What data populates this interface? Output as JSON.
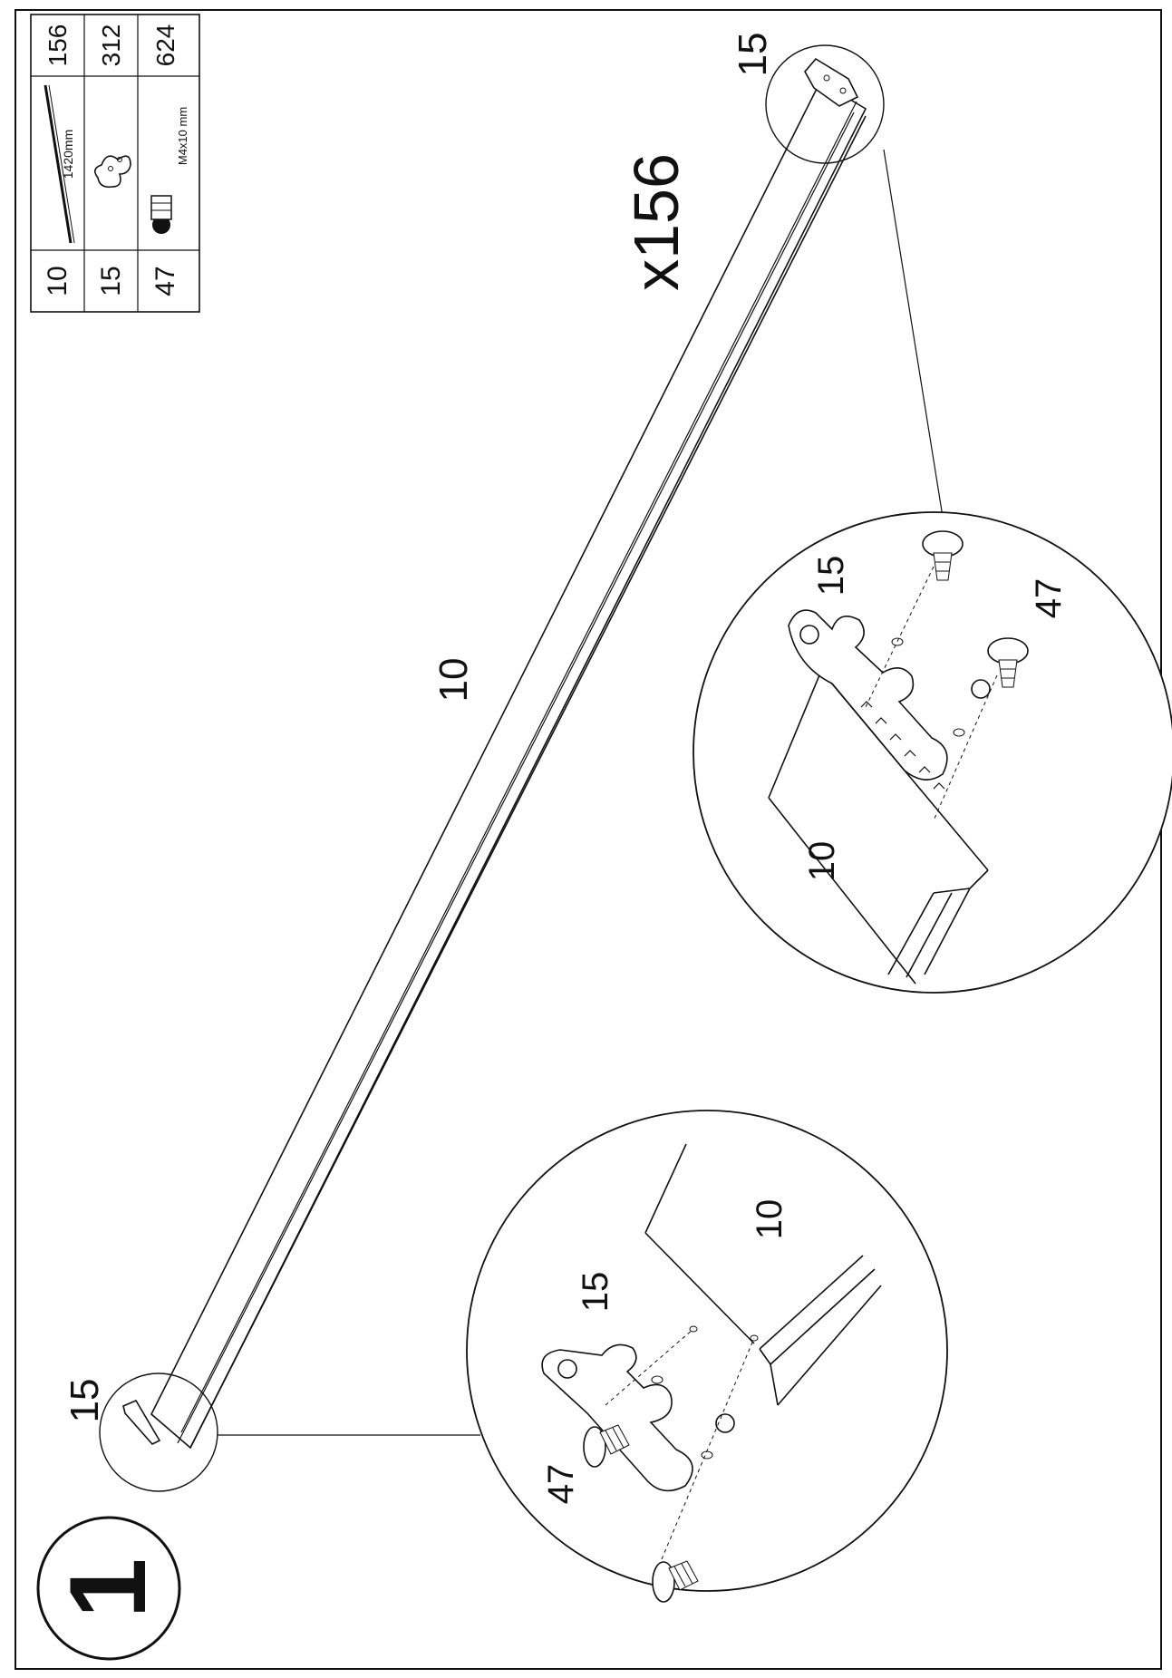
{
  "step": {
    "number": "1",
    "multiplier": "x156"
  },
  "parts_table": [
    {
      "id": "10",
      "size": "1420mm",
      "qty": "156",
      "icon": "rail-icon"
    },
    {
      "id": "15",
      "size": "",
      "qty": "312",
      "icon": "bracket-icon"
    },
    {
      "id": "47",
      "size": "M4x10 mm",
      "qty": "624",
      "icon": "screw-icon"
    }
  ],
  "labels": {
    "rail_main": "10",
    "bracket_left_end": "15",
    "bracket_right_end": "15",
    "detail_left_bracket": "15",
    "detail_left_screw": "47",
    "detail_left_rail": "10",
    "detail_right_bracket": "15",
    "detail_right_screw": "47",
    "detail_right_rail": "10"
  }
}
